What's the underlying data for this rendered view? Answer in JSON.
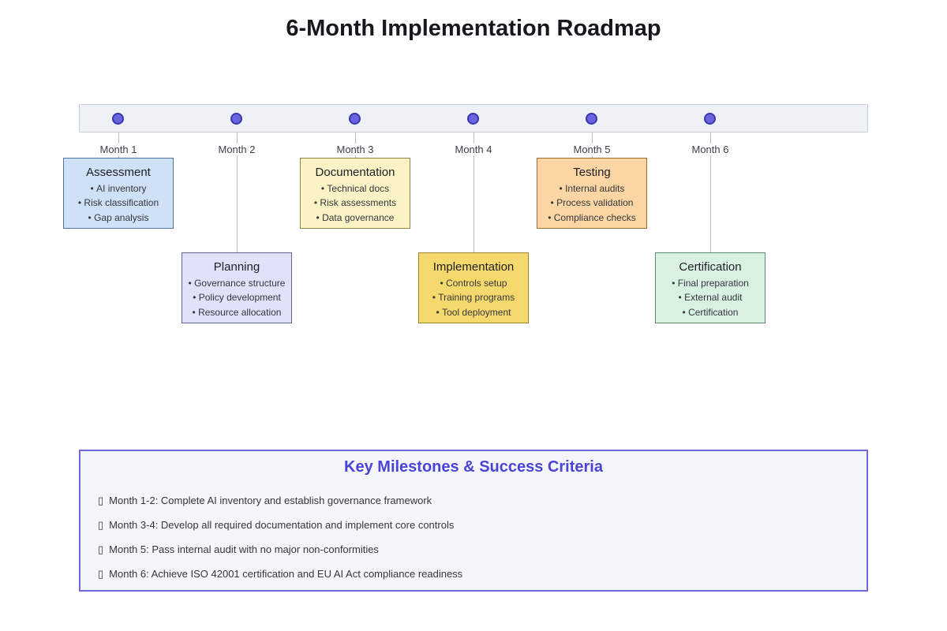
{
  "title": "6-Month Implementation Roadmap",
  "timeline": {
    "months": [
      "Month 1",
      "Month 2",
      "Month 3",
      "Month 4",
      "Month 5",
      "Month 6"
    ]
  },
  "phases": [
    {
      "name": "Assessment",
      "month": "Month 1",
      "items": [
        "AI inventory",
        "Risk classification",
        "Gap analysis"
      ],
      "fill": "#cfe1f6",
      "border": "#4f729f"
    },
    {
      "name": "Planning",
      "month": "Month 2",
      "items": [
        "Governance structure",
        "Policy development",
        "Resource allocation"
      ],
      "fill": "#dfe2f8",
      "border": "#5f6488"
    },
    {
      "name": "Documentation",
      "month": "Month 3",
      "items": [
        "Technical docs",
        "Risk assessments",
        "Data governance"
      ],
      "fill": "#fbf2c6",
      "border": "#8e8440"
    },
    {
      "name": "Implementation",
      "month": "Month 4",
      "items": [
        "Controls setup",
        "Training programs",
        "Tool deployment"
      ],
      "fill": "#f6d96d",
      "border": "#9c872d"
    },
    {
      "name": "Testing",
      "month": "Month 5",
      "items": [
        "Internal audits",
        "Process validation",
        "Compliance checks"
      ],
      "fill": "#fbd6a4",
      "border": "#9c6b2d"
    },
    {
      "name": "Certification",
      "month": "Month 6",
      "items": [
        "Final preparation",
        "External audit",
        "Certification"
      ],
      "fill": "#d9f1e1",
      "border": "#568a68"
    }
  ],
  "milestones": {
    "title": "Key Milestones & Success Criteria",
    "bullet_glyph": "▯",
    "items": [
      "Month 1-2: Complete AI inventory and establish governance framework",
      "Month 3-4: Develop all required documentation and implement core controls",
      "Month 5: Pass internal audit with no major non-conformities",
      "Month 6: Achieve ISO 42001 certification and EU AI Act compliance readiness"
    ]
  },
  "colors": {
    "timeline_bar_fill": "#eef1f6",
    "timeline_bar_border": "#c9ced8",
    "dot_fill": "#6b64e0",
    "dot_border": "#3a36ae",
    "connector": "#b6bdc9",
    "milestones_border": "#6f6ae0",
    "milestones_fill": "#f5f6fb",
    "milestones_title": "#4a43d6"
  }
}
